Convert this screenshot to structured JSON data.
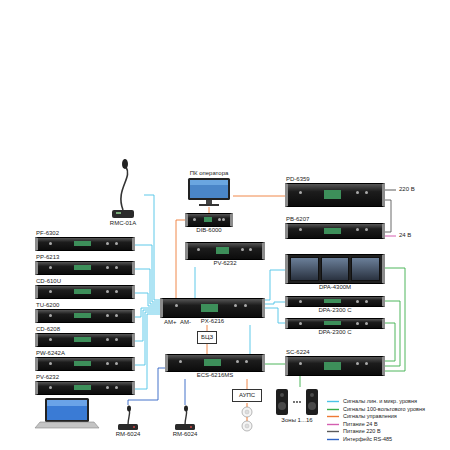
{
  "diagram": {
    "nodes": [
      {
        "text": [
          "ПК оператора"
        ]
      },
      {
        "text": [
          "RMC-01A"
        ]
      },
      {
        "text": [
          "PD-6359"
        ]
      },
      {
        "text": [
          "PF-6302"
        ]
      },
      {
        "text": [
          "DIB-6000"
        ]
      },
      {
        "text": [
          "PB-6207"
        ]
      },
      {
        "text": [
          "PP-6213"
        ]
      },
      {
        "text": [
          "PV-6232"
        ]
      },
      {
        "text": [
          "DPA-4300M"
        ]
      },
      {
        "text": [
          "CD-610U"
        ]
      },
      {
        "text": [
          "TU-6200"
        ]
      },
      {
        "text": [
          "PX-6216"
        ]
      },
      {
        "text": [
          "DPA-2300 C"
        ]
      },
      {
        "text": [
          "DPA-2300 C"
        ]
      },
      {
        "text": [
          "CD-6208"
        ]
      },
      {
        "text": [
          "БЦЗ"
        ]
      },
      {
        "text": [
          "PW-6242A"
        ]
      },
      {
        "text": [
          "ECS-6216MS"
        ]
      },
      {
        "text": [
          "SC-6224"
        ]
      },
      {
        "text": [
          "PV-6232"
        ]
      },
      {
        "text": [
          "АУПС"
        ]
      },
      {
        "text": [
          "RM-6024"
        ]
      },
      {
        "text": [
          "RM-6024"
        ]
      },
      {
        "text": [
          "Зоны 1...16"
        ]
      }
    ],
    "edges": [
      {
        "from": 1,
        "to": 11,
        "arrow": "none"
      },
      {
        "from": 3,
        "to": 11,
        "arrow": "none"
      },
      {
        "from": 6,
        "to": 11,
        "arrow": "none"
      },
      {
        "from": 9,
        "to": 11,
        "arrow": "none"
      },
      {
        "from": 10,
        "to": 11,
        "arrow": "none"
      },
      {
        "from": 14,
        "to": 11,
        "arrow": "none"
      },
      {
        "from": 16,
        "to": 11,
        "arrow": "none"
      },
      {
        "from": 19,
        "to": 11,
        "arrow": "none"
      },
      {
        "from": 0,
        "to": 4,
        "arrow": "none"
      },
      {
        "from": 0,
        "to": 2,
        "arrow": "none"
      },
      {
        "from": 4,
        "to": 11,
        "arrow": "none"
      },
      {
        "from": 7,
        "to": 11,
        "arrow": "none"
      },
      {
        "from": 11,
        "to": 8,
        "arrow": "none"
      },
      {
        "from": 11,
        "to": 12,
        "arrow": "none"
      },
      {
        "from": 11,
        "to": 13,
        "arrow": "none"
      },
      {
        "from": 11,
        "to": 15,
        "arrow": "none"
      },
      {
        "from": 15,
        "to": 17,
        "arrow": "none"
      },
      {
        "from": 11,
        "to": 17,
        "arrow": "none"
      },
      {
        "from": 17,
        "to": 18,
        "arrow": "none"
      },
      {
        "from": 8,
        "to": 18,
        "arrow": "none"
      },
      {
        "from": 12,
        "to": 18,
        "arrow": "none"
      },
      {
        "from": 13,
        "to": 18,
        "arrow": "none"
      },
      {
        "from": 18,
        "to": 23,
        "arrow": "none"
      },
      {
        "from": 2,
        "to": 5,
        "arrow": "none"
      },
      {
        "from": 17,
        "to": 20,
        "arrow": "none"
      },
      {
        "from": 21,
        "to": 17,
        "arrow": "none"
      },
      {
        "from": 22,
        "to": 17,
        "arrow": "none"
      }
    ],
    "labels": [
      "220 В",
      "24 В",
      "AM+",
      "AM-"
    ],
    "legend": [
      {
        "text": "Сигналы лин. и микр. уровня"
      },
      {
        "text": "Сигналы 100-вольтового уровня"
      },
      {
        "text": "Сигналы управления"
      },
      {
        "text": "Питание 24 В"
      },
      {
        "text": "Питание 220 В"
      },
      {
        "text": "Интерфейс RS-485"
      }
    ]
  }
}
